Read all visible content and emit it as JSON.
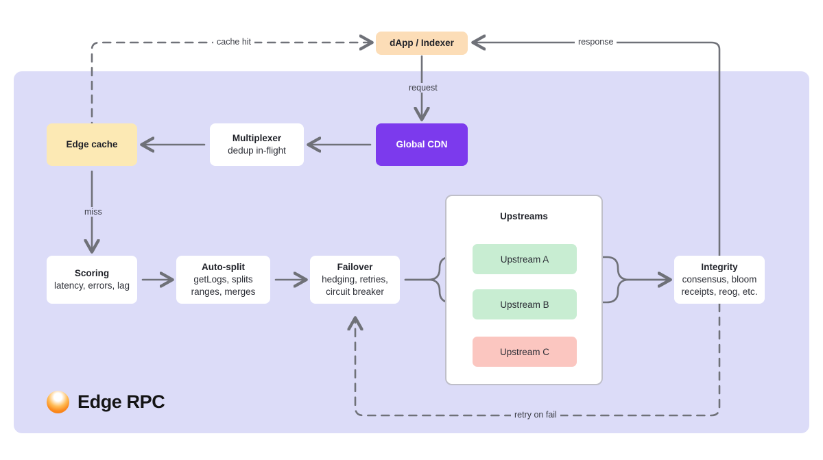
{
  "diagram": {
    "panel_label": "Edge RPC",
    "brand_icon": "sun-sphere-icon",
    "colors": {
      "panel_bg": "#dcdcf8",
      "dapp": "#fcddb7",
      "edge_cache": "#fce9b4",
      "cdn": "#7c3aed",
      "upstream_healthy": "#c8edd2",
      "upstream_failed": "#fbc6c0",
      "edge_stroke": "#6f7178",
      "card_bg": "#ffffff"
    },
    "nodes": {
      "dapp": {
        "title": "dApp / Indexer"
      },
      "edge_cache": {
        "title": "Edge cache"
      },
      "multiplexer": {
        "title": "Multiplexer",
        "sub": "dedup in-flight"
      },
      "cdn": {
        "title": "Global CDN"
      },
      "scoring": {
        "title": "Scoring",
        "sub": "latency, errors, lag"
      },
      "auto_split": {
        "title": "Auto-split",
        "sub1": "getLogs, splits",
        "sub2": "ranges, merges"
      },
      "failover": {
        "title": "Failover",
        "sub1": "hedging, retries,",
        "sub2": "circuit breaker"
      },
      "integrity": {
        "title": "Integrity",
        "sub1": "consensus, bloom",
        "sub2": "receipts, reog, etc."
      }
    },
    "upstreams": {
      "title": "Upstreams",
      "items": [
        {
          "label": "Upstream A",
          "state": "healthy"
        },
        {
          "label": "Upstream B",
          "state": "healthy"
        },
        {
          "label": "Upstream C",
          "state": "failed"
        }
      ]
    },
    "edge_labels": {
      "cache_hit": "cache hit",
      "response": "response",
      "request": "request",
      "miss": "miss",
      "retry_on_fail": "retry on fail"
    }
  }
}
